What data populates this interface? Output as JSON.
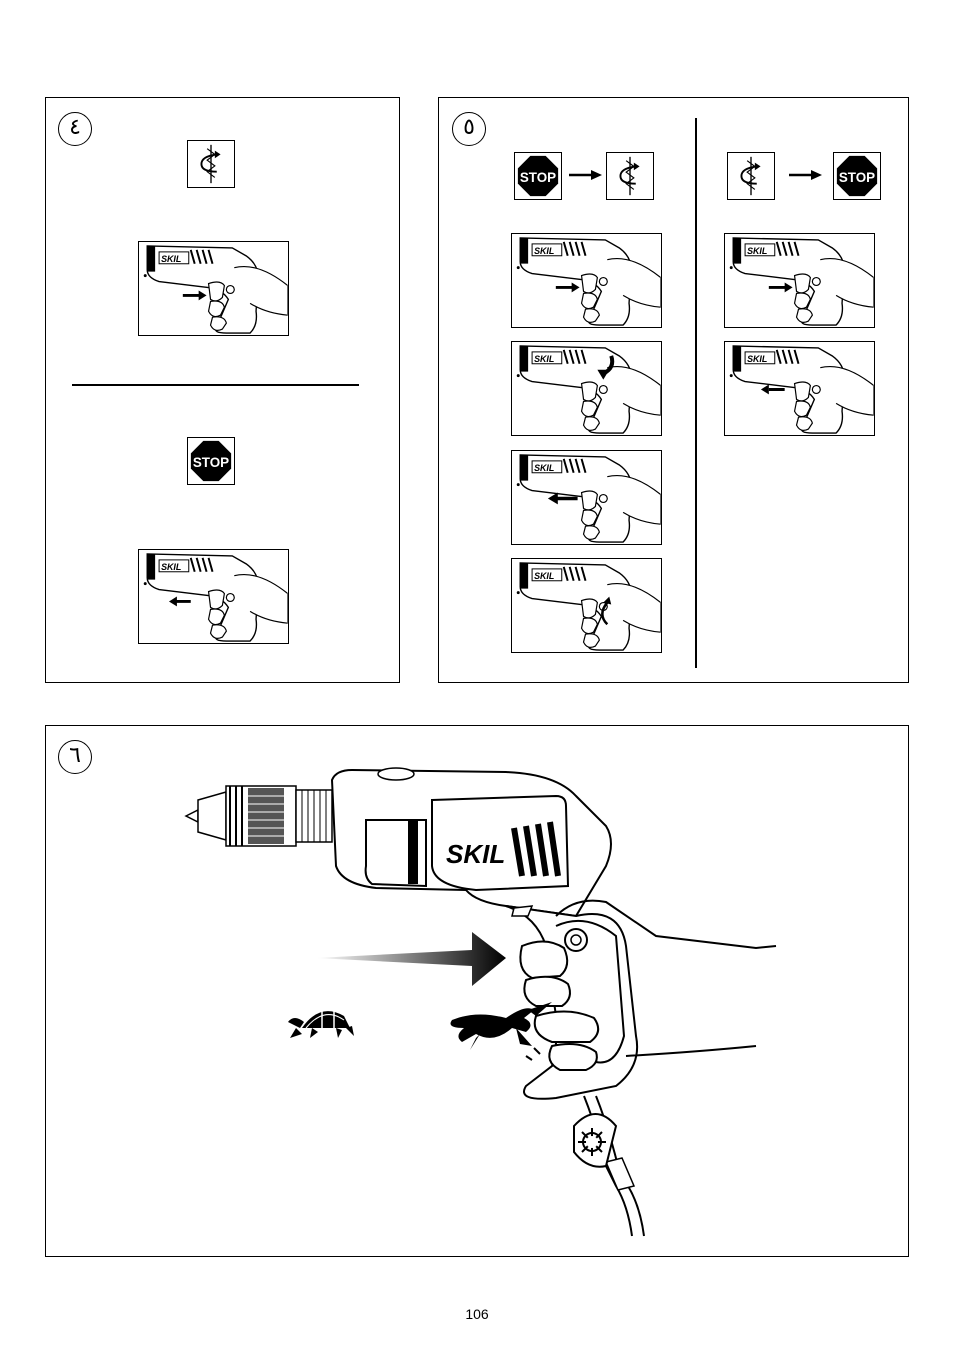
{
  "panels": {
    "p4": {
      "number": "٤"
    },
    "p5": {
      "number": "٥"
    },
    "p6": {
      "number": "٦"
    }
  },
  "stop_sign_text": "STOP",
  "brand_text": "SKIL",
  "icons": {
    "rotation": "drill-bit-rotation-icon",
    "stop": "stop-sign-icon",
    "arrow": "arrow-right-icon",
    "tortoise": "tortoise-icon",
    "hare": "hare-icon",
    "speed_dial": "speed-dial-icon"
  },
  "page": {
    "number": "106"
  }
}
